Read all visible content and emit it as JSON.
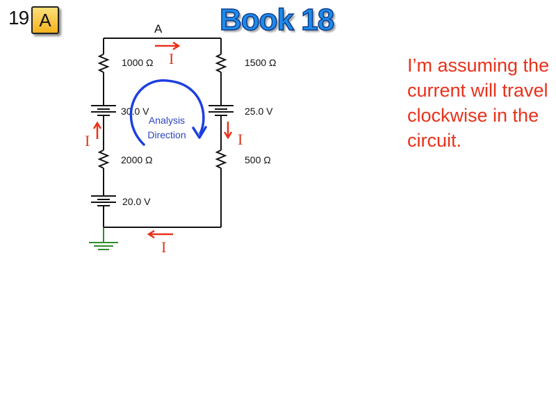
{
  "header": {
    "slide_number": "19",
    "answer_badge": "A",
    "book_title": "Book 18"
  },
  "note": {
    "text": "I’m assuming the current will travel clockwise in the circuit."
  },
  "circuit": {
    "node_label": "A",
    "resistors": {
      "left_top": "1000 Ω",
      "right_top": "1500 Ω",
      "left_bottom": "2000 Ω",
      "right_bottom": "500 Ω"
    },
    "batteries": {
      "left_upper": "30.0  V",
      "right": "25.0  V",
      "left_lower": "20.0  V"
    },
    "current_symbol": "I",
    "analysis_direction": {
      "line1": "Analysis",
      "line2": "Direction"
    },
    "colors": {
      "current_arrow": "#e8311a",
      "analysis_arrow": "#1d3fe0",
      "ground": "#2e8b2e"
    }
  }
}
